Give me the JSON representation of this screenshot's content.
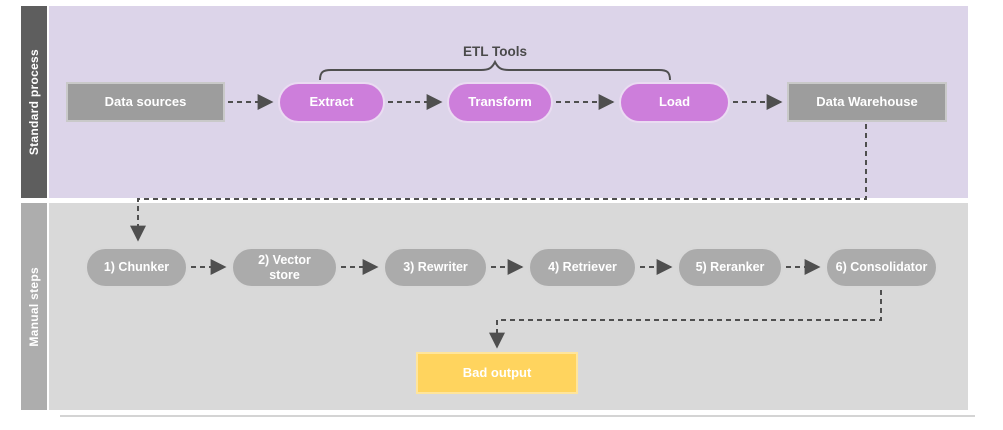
{
  "lanes": {
    "top": {
      "label": "Standard process"
    },
    "bottom": {
      "label": "Manual steps"
    }
  },
  "bracket": {
    "label": "ETL Tools",
    "spans": [
      "Extract",
      "Transform",
      "Load"
    ]
  },
  "nodes": {
    "data_sources": {
      "label": "Data sources",
      "shape": "rectangle",
      "lane": "Standard process"
    },
    "extract": {
      "label": "Extract",
      "shape": "pill",
      "lane": "Standard process"
    },
    "transform": {
      "label": "Transform",
      "shape": "pill",
      "lane": "Standard process"
    },
    "load": {
      "label": "Load",
      "shape": "pill",
      "lane": "Standard process"
    },
    "data_warehouse": {
      "label": "Data Warehouse",
      "shape": "rectangle",
      "lane": "Standard process"
    },
    "chunker": {
      "label": "1) Chunker",
      "shape": "pill",
      "lane": "Manual steps"
    },
    "vector_store": {
      "label": "2) Vector store",
      "shape": "pill",
      "lane": "Manual steps"
    },
    "rewriter": {
      "label": "3) Rewriter",
      "shape": "pill",
      "lane": "Manual steps"
    },
    "retriever": {
      "label": "4) Retriever",
      "shape": "pill",
      "lane": "Manual steps"
    },
    "reranker": {
      "label": "5) Reranker",
      "shape": "pill",
      "lane": "Manual steps"
    },
    "consolidator": {
      "label": "6) Consolidator",
      "shape": "pill",
      "lane": "Manual steps"
    },
    "bad_output": {
      "label": "Bad output",
      "shape": "rectangle",
      "lane": "Manual steps"
    }
  },
  "edges": [
    {
      "from": "Data sources",
      "to": "Extract",
      "style": "dashed-arrow"
    },
    {
      "from": "Extract",
      "to": "Transform",
      "style": "dashed-arrow"
    },
    {
      "from": "Transform",
      "to": "Load",
      "style": "dashed-arrow"
    },
    {
      "from": "Load",
      "to": "Data Warehouse",
      "style": "dashed-arrow"
    },
    {
      "from": "Data Warehouse",
      "to": "1) Chunker",
      "style": "dashed-arrow-elbow"
    },
    {
      "from": "1) Chunker",
      "to": "2) Vector store",
      "style": "dashed-arrow"
    },
    {
      "from": "2) Vector store",
      "to": "3) Rewriter",
      "style": "dashed-arrow"
    },
    {
      "from": "3) Rewriter",
      "to": "4) Retriever",
      "style": "dashed-arrow"
    },
    {
      "from": "4) Retriever",
      "to": "5) Reranker",
      "style": "dashed-arrow"
    },
    {
      "from": "5) Reranker",
      "to": "6) Consolidator",
      "style": "dashed-arrow"
    },
    {
      "from": "6) Consolidator",
      "to": "Bad output",
      "style": "dashed-arrow-elbow"
    }
  ],
  "colors": {
    "lane_top_bg": "#dcd4e9",
    "lane_top_sidebar": "#5e5e5e",
    "lane_bottom_bg": "#d9d9d9",
    "lane_bottom_sidebar": "#adadad",
    "gray_node": "#9d9d9d",
    "purple_node": "#cd7edb",
    "gray_pill": "#ababab",
    "yellow_node": "#ffd45e",
    "connector": "#4f4f4f",
    "label_on_node": "#ffffff",
    "bracket_text": "#4a4a4a"
  }
}
